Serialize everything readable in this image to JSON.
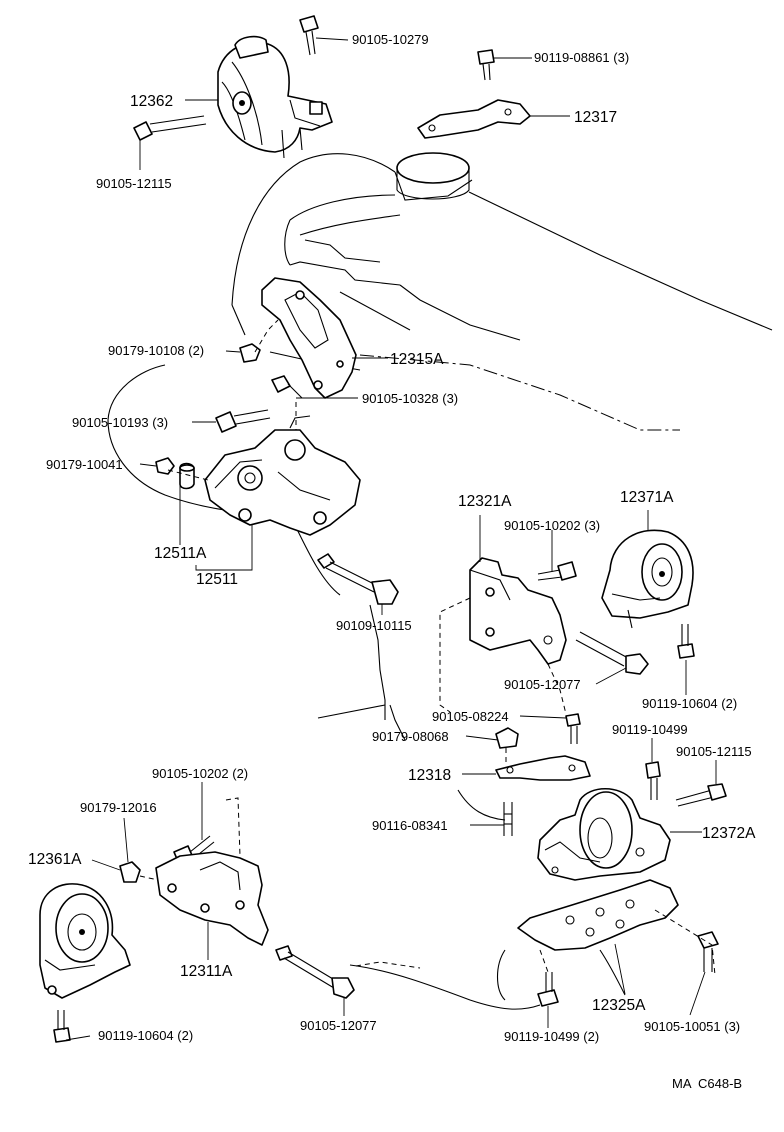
{
  "diagram": {
    "callouts": {
      "p1": "90105-10279",
      "p2": "90119-08861 (3)",
      "p3": "12362",
      "p4": "12317",
      "p5": "90105-12115",
      "p6": "90179-10108 (2)",
      "p7": "12315A",
      "p8": "90105-10328 (3)",
      "p9": "90105-10193 (3)",
      "p10": "90179-10041",
      "p11": "12511A",
      "p12": "12511",
      "p13": "12321A",
      "p14": "90105-10202 (3)",
      "p15": "12371A",
      "p16": "90109-10115",
      "p17": "90105-12077",
      "p18": "90119-10604 (2)",
      "p19": "90105-08224",
      "p20": "90179-08068",
      "p21": "90119-10499",
      "p22": "90105-12115",
      "p23": "12318",
      "p24": "90116-08341",
      "p25": "12372A",
      "p26": "90105-10202 (2)",
      "p27": "90179-12016",
      "p28": "12361A",
      "p29": "12311A",
      "p30": "90105-12077",
      "p31": "90119-10499 (2)",
      "p32": "12325A",
      "p33": "90105-10051 (3)",
      "p34": "90119-10604 (2)"
    },
    "figure_code": "MA  C648-B"
  }
}
